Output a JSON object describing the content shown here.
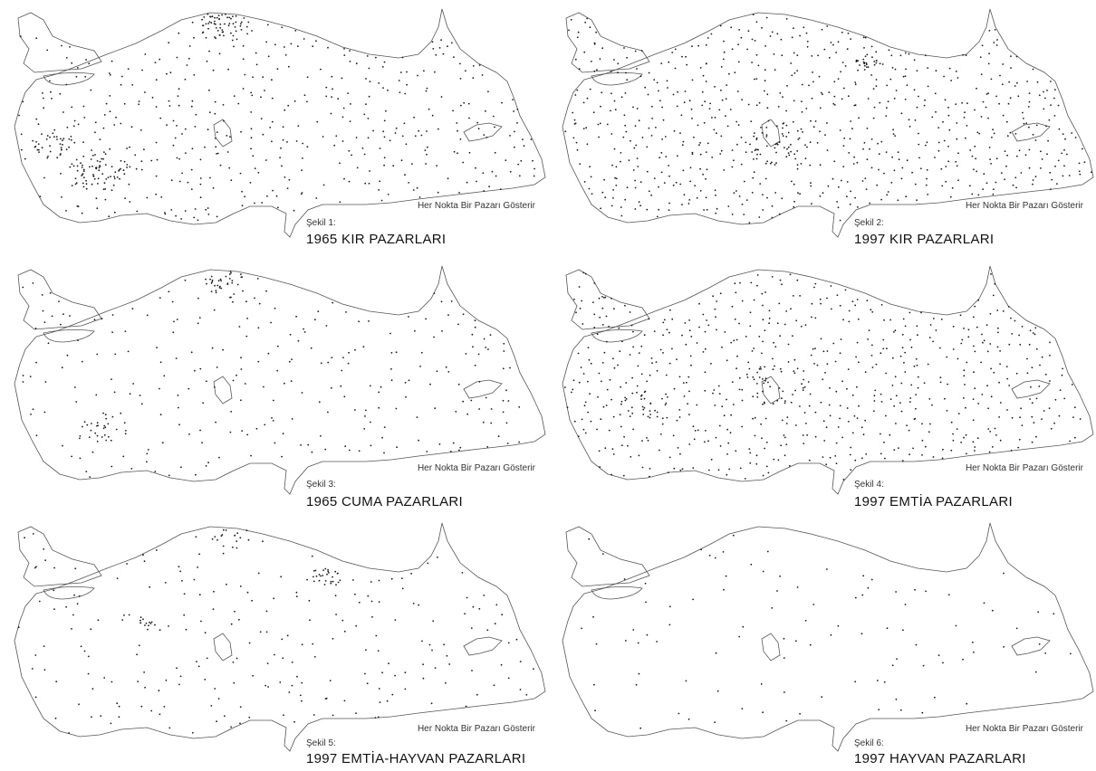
{
  "note_text": "Her Nokta Bir Pazarı Gösterir",
  "dot_color": "#1a1a1a",
  "outline_color": "#555555",
  "maps": [
    {
      "figure_label": "Şekil 1:",
      "title": "1965 KIR PAZARLARI"
    },
    {
      "figure_label": "Şekil 2:",
      "title": "1997 KIR PAZARLARI"
    },
    {
      "figure_label": "Şekil 3:",
      "title": "1965 CUMA PAZARLARI"
    },
    {
      "figure_label": "Şekil 4:",
      "title": "1997 EMTİA PAZARLARI"
    },
    {
      "figure_label": "Şekil 5:",
      "title": "1997 EMTİA-HAYVAN PAZARLARI"
    },
    {
      "figure_label": "Şekil 6:",
      "title": "1997 HAYVAN PAZARLARI"
    }
  ]
}
